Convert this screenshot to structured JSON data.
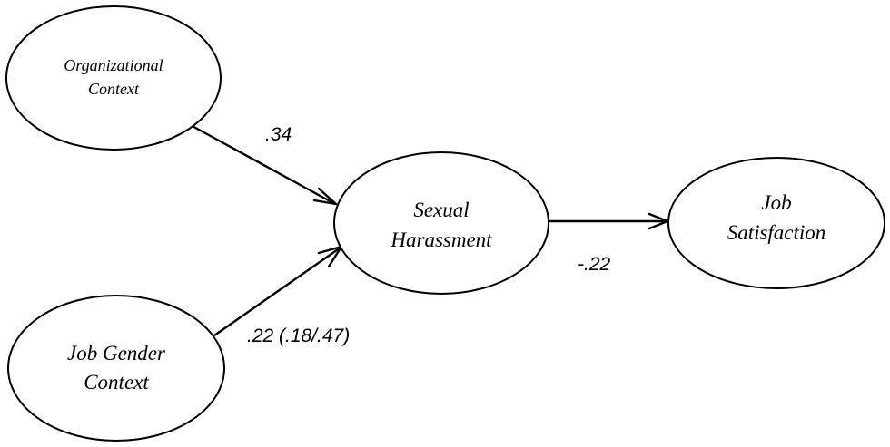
{
  "nodes": {
    "organizational_context": {
      "line1": "Organizational",
      "line2": "Context"
    },
    "job_gender_context": {
      "line1": "Job Gender",
      "line2": "Context"
    },
    "sexual_harassment": {
      "line1": "Sexual",
      "line2": "Harassment"
    },
    "job_satisfaction": {
      "line1": "Job",
      "line2": "Satisfaction"
    }
  },
  "paths": {
    "org_to_harassment": ".34",
    "gender_to_harassment": ".22 (.18/.47)",
    "harassment_to_satisfaction": "-.22"
  }
}
